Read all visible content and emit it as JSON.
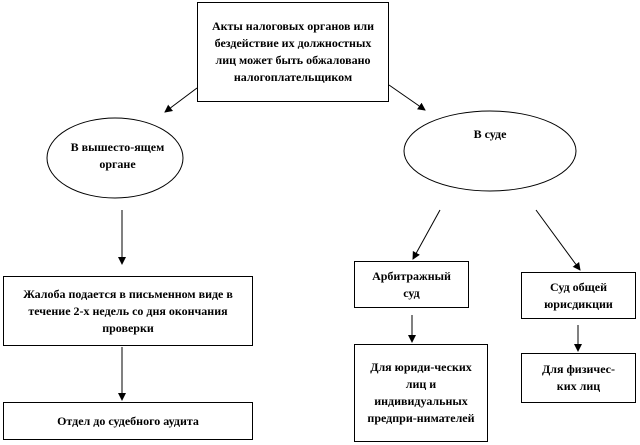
{
  "nodes": {
    "root": "Акты налоговых органов или бездействие их должностных лиц может быть обжаловано налогоплательщиком",
    "higher_body": "В вышесто-ящем органе",
    "court": "В суде",
    "complaint": "Жалоба подается в письменном виде в течение 2-х недель со дня окончания проверки",
    "pretrial_dept": "Отдел до судебного аудита",
    "arbitration_court": "Арбитражный суд",
    "general_court": "Суд общей юрисдикции",
    "legal_entities": "Для юриди-ческих лиц и индивидуальных предпри-нимателей",
    "individuals": "Для физичес-ких лиц"
  },
  "colors": {
    "line": "#000000",
    "background": "#ffffff"
  }
}
